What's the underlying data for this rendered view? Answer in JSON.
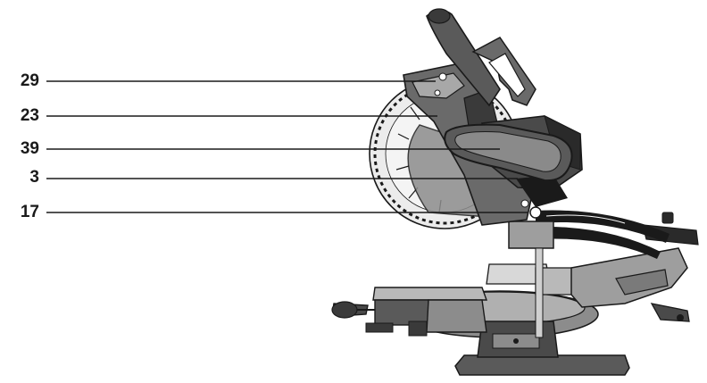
{
  "callouts": [
    {
      "id": "29",
      "label": "29"
    },
    {
      "id": "23",
      "label": "23"
    },
    {
      "id": "39",
      "label": "39"
    },
    {
      "id": "3",
      "label": "3"
    },
    {
      "id": "17",
      "label": "17"
    }
  ],
  "colors": {
    "ink": "#1a1a1a",
    "body_dark": "#4a4a4a",
    "body_mid": "#8c8c8c",
    "body_light": "#b9b9b9",
    "highlight": "#e6e6e6"
  }
}
